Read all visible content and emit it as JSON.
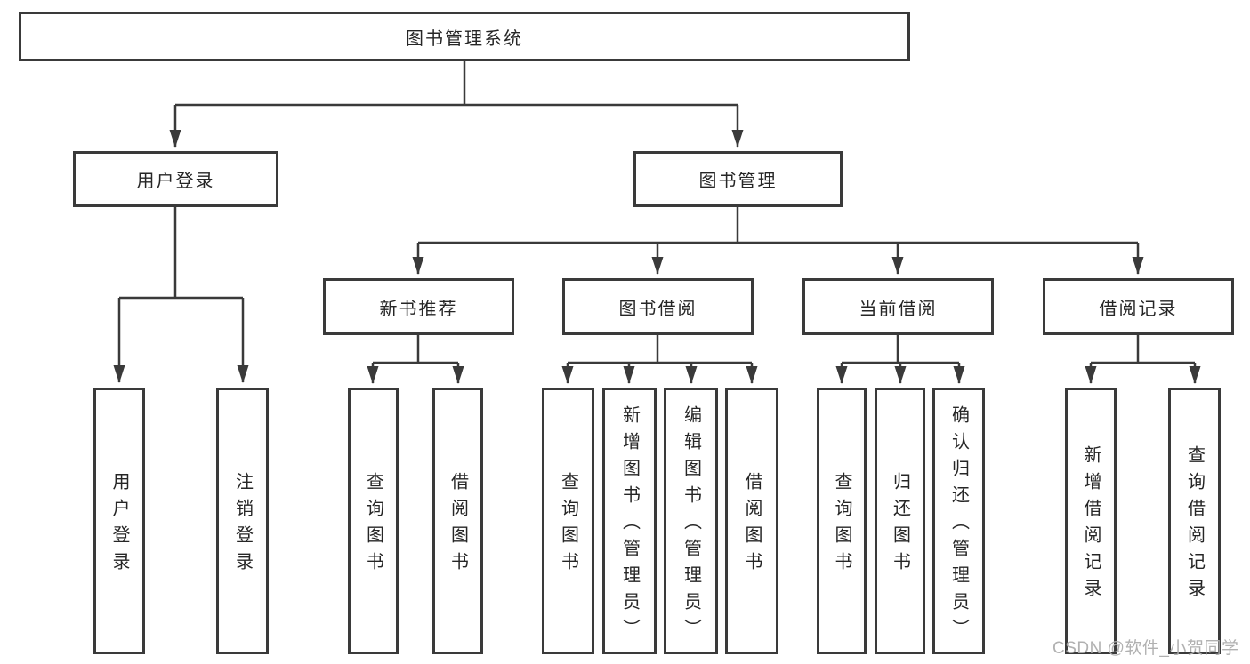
{
  "diagram": {
    "title": "图书管理系统",
    "colors": {
      "line": "#3a3a3a",
      "box_border": "#3a3a3a",
      "box_fill": "#ffffff",
      "text": "#262626",
      "watermark": "#adadad"
    },
    "nodes": {
      "root": "图书管理系统",
      "userLogin": "用户登录",
      "bookMgmt": "图书管理",
      "newBookRec": "新书推荐",
      "bookBorrow": "图书借阅",
      "currentBorrow": "当前借阅",
      "borrowRecords": "借阅记录",
      "leafUserLogin": "用户登录",
      "leafLogout": "注销登录",
      "leafNbrQuery": "查询图书",
      "leafNbrBorrow": "借阅图书",
      "leafBbQuery": "查询图书",
      "leafBbAdd": "新增图书（管理员）",
      "leafBbEdit": "编辑图书（管理员）",
      "leafBbBorrow": "借阅图书",
      "leafCbQuery": "查询图书",
      "leafCbReturn": "归还图书",
      "leafCbConfirm": "确认归还（管理员）",
      "leafBrAdd": "新增借阅记录",
      "leafBrQuery": "查询借阅记录"
    },
    "watermark": "CSDN @软件_小贺同学"
  }
}
